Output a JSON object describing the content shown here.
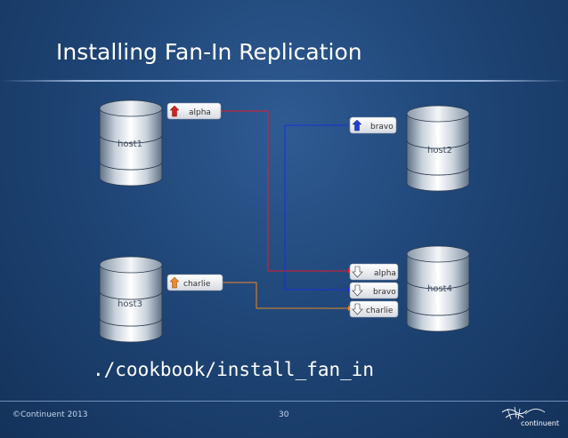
{
  "title": "Installing Fan-In Replication",
  "command": "./cookbook/install_fan_in",
  "footer": {
    "copyright": "©Continuent 2013",
    "page_number": "30",
    "brand": "continuent"
  },
  "hosts": {
    "host1": "host1",
    "host2": "host2",
    "host3": "host3",
    "host4": "host4"
  },
  "services": {
    "host1_master": "alpha",
    "host2_master": "bravo",
    "host3_master": "charlie",
    "host4_slaves": [
      "alpha",
      "bravo",
      "charlie"
    ]
  },
  "colors": {
    "alpha": "#e11d2c",
    "bravo": "#1a2fd6",
    "charlie": "#e8882a",
    "master_arrow_alpha": "#d61f1f",
    "master_arrow_bravo": "#1f3fd8",
    "master_arrow_charlie": "#f08a24"
  },
  "icons": [
    "up-arrow-icon",
    "down-arrow-icon",
    "database-icon",
    "continuent-logo"
  ]
}
